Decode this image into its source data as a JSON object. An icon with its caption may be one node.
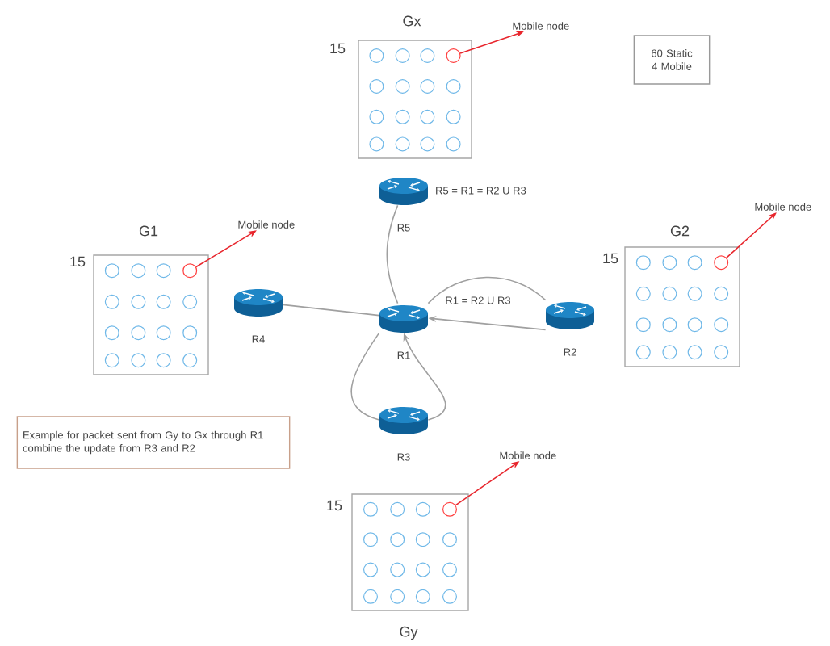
{
  "diagram": {
    "nodes": [
      {
        "text": [
          "Gx"
        ],
        "beside": [
          "15"
        ]
      },
      {
        "text": [],
        "shape": "circle",
        "in": 0
      },
      {
        "text": [
          "Mobile node"
        ]
      },
      {
        "text": [
          "60 Static 4 Mobile"
        ]
      },
      {
        "text": [
          "R5"
        ],
        "beside": [
          "R5 = R1 = R2 U R3"
        ]
      },
      {
        "text": [
          "G1"
        ],
        "beside": [
          "15"
        ]
      },
      {
        "text": [],
        "shape": "circle",
        "in": 5
      },
      {
        "text": [
          "Mobile node"
        ]
      },
      {
        "text": [
          "G2"
        ],
        "beside": [
          "15"
        ]
      },
      {
        "text": [],
        "shape": "circle",
        "in": 8
      },
      {
        "text": [
          "Mobile node"
        ]
      },
      {
        "text": [
          "R4"
        ]
      },
      {
        "text": [
          "R1"
        ]
      },
      {
        "text": [
          "R2"
        ]
      },
      {
        "text": [
          "R3"
        ]
      },
      {
        "text": [
          "Example for packet sent from Gy to Gx through R1 combine the update from R3 and R2"
        ]
      },
      {
        "text": [
          "Gy"
        ],
        "beside": [
          "15"
        ]
      },
      {
        "text": [],
        "shape": "circle",
        "in": 16
      },
      {
        "text": [
          "Mobile node"
        ]
      }
    ],
    "edges": [
      {
        "from": 1,
        "to": 2,
        "arrow": "to",
        "color": "#e8262d"
      },
      {
        "from": 6,
        "to": 7,
        "arrow": "to",
        "color": "#e8262d"
      },
      {
        "from": 9,
        "to": 10,
        "arrow": "to",
        "color": "#e8262d"
      },
      {
        "from": 17,
        "to": 18,
        "arrow": "to",
        "color": "#e8262d"
      },
      {
        "from": 4,
        "to": 12,
        "arrow": "none"
      },
      {
        "from": 11,
        "to": 12,
        "arrow": "none"
      },
      {
        "from": 12,
        "to": 13,
        "arrow": "none",
        "label": "R1 = R2 U R3"
      },
      {
        "from": 13,
        "to": 12,
        "arrow": "to"
      },
      {
        "from": 14,
        "to": 12,
        "arrow": "none"
      },
      {
        "from": 14,
        "to": 12,
        "arrow": "to"
      }
    ]
  }
}
